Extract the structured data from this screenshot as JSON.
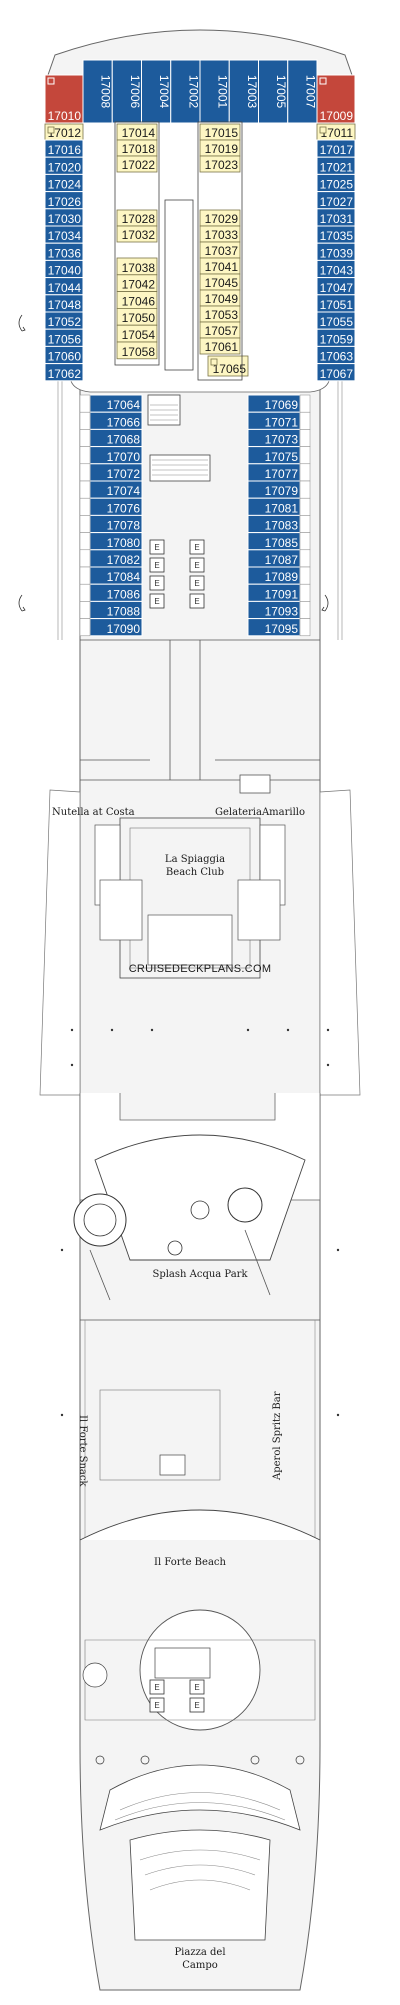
{
  "colors": {
    "suite": "#c4473b",
    "balcony": "#1d5b9c",
    "interior": "#fdf6c3",
    "hull": "#f2f2f2"
  },
  "cabins": {
    "top_suites": [
      {
        "num": "17010",
        "side": "left"
      },
      {
        "num": "17009",
        "side": "right"
      }
    ],
    "forward_vertical": [
      "17008",
      "17006",
      "17004",
      "17002",
      "17001",
      "17003",
      "17005",
      "17007"
    ],
    "left_outer_fwd": [
      "17016",
      "17020",
      "17024",
      "17026",
      "17030",
      "17034",
      "17036",
      "17040",
      "17044",
      "17048",
      "17052",
      "17056",
      "17060",
      "17062"
    ],
    "right_outer_fwd": [
      "17017",
      "17021",
      "17025",
      "17027",
      "17031",
      "17035",
      "17039",
      "17043",
      "17047",
      "17051",
      "17055",
      "17059",
      "17063",
      "17067"
    ],
    "accessible_left": "17012",
    "accessible_right": "17011",
    "inner_left_top": [
      "17014",
      "17018",
      "17022"
    ],
    "inner_right_top": [
      "17015",
      "17019",
      "17023"
    ],
    "inner_left_mid": [
      "17028",
      "17032"
    ],
    "inner_right_mid": [
      "17029",
      "17033",
      "17037",
      "17041",
      "17045",
      "17049",
      "17053",
      "17057",
      "17061"
    ],
    "inner_left_low": [
      "17038",
      "17042",
      "17046",
      "17050",
      "17054",
      "17058"
    ],
    "accessible_inner": "17065",
    "left_aft": [
      "17064",
      "17066",
      "17068",
      "17070",
      "17072",
      "17074",
      "17076",
      "17078",
      "17080",
      "17082",
      "17084",
      "17086",
      "17088",
      "17090"
    ],
    "right_aft": [
      "17069",
      "17071",
      "17073",
      "17075",
      "17077",
      "17079",
      "17081",
      "17083",
      "17085",
      "17087",
      "17089",
      "17091",
      "17093",
      "17095"
    ]
  },
  "labels": {
    "nutella": "Nutella at Costa",
    "gelateria": "GelateriaAmarillo",
    "spiaggia_1": "La Spiaggia",
    "spiaggia_2": "Beach Club",
    "watermark": "CRUISEDECKPLANS.COM",
    "splash": "Splash Acqua Park",
    "forte_snack": "Il Forte Snack",
    "aperol": "Aperol Spritz Bar",
    "forte_beach": "Il Forte Beach",
    "piazza_1": "Piazza del",
    "piazza_2": "Campo",
    "elevator": "E"
  }
}
